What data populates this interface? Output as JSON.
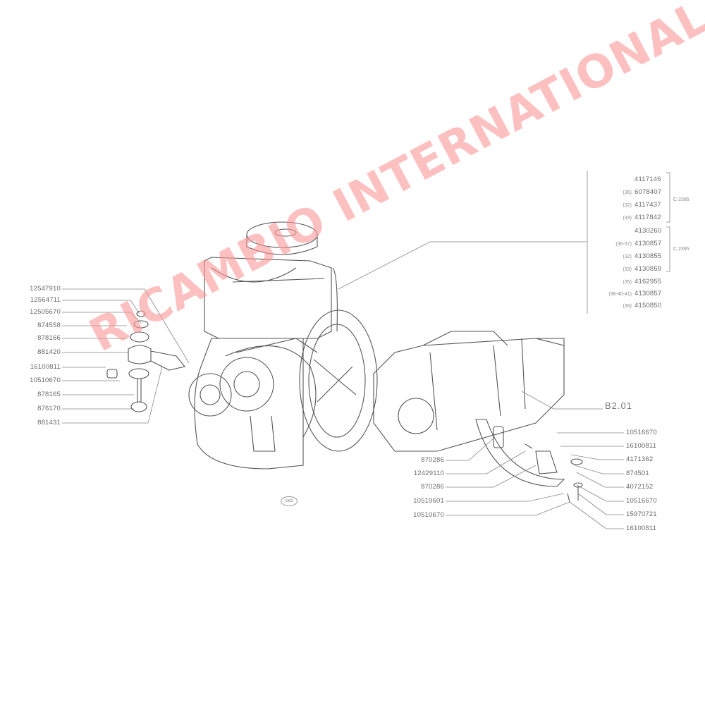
{
  "diagram": {
    "type": "exploded-parts-diagram",
    "subject": "engine and gearbox assembly with mounts",
    "watermark": "RICAMBIO INTERNATIONAL",
    "watermark_color": "#f59b9b",
    "reference_code": "B2.01",
    "stamp": "1963"
  },
  "left_labels": [
    "12547910",
    "12564711",
    "12505670",
    "874558",
    "878166",
    "881420",
    "16100811",
    "10510670",
    "878165",
    "876170",
    "881431"
  ],
  "top_right_group": {
    "group_a_code": "C 2385",
    "group_b_code": "C 2395",
    "items": [
      {
        "qual": "",
        "part": "4117146"
      },
      {
        "qual": "(36)",
        "part": "6078407"
      },
      {
        "qual": "(32)",
        "part": "4117437"
      },
      {
        "qual": "(33)",
        "part": "4117842"
      },
      {
        "qual": "",
        "part": "4130260"
      },
      {
        "qual": "(36-37)",
        "part": "4130857"
      },
      {
        "qual": "(32)",
        "part": "4130855"
      },
      {
        "qual": "(33)",
        "part": "4130859"
      },
      {
        "qual": "(35)",
        "part": "4162955"
      },
      {
        "qual": "(38-40-41)",
        "part": "4130857"
      },
      {
        "qual": "(39)",
        "part": "4150850"
      }
    ]
  },
  "bottom_middle_labels": [
    "870286",
    "12429110",
    "870286",
    "10519601",
    "10510670"
  ],
  "bottom_right_labels": [
    "10516670",
    "16100811",
    "4171362",
    "874501",
    "4072152",
    "10516670",
    "15970721",
    "16100811"
  ]
}
